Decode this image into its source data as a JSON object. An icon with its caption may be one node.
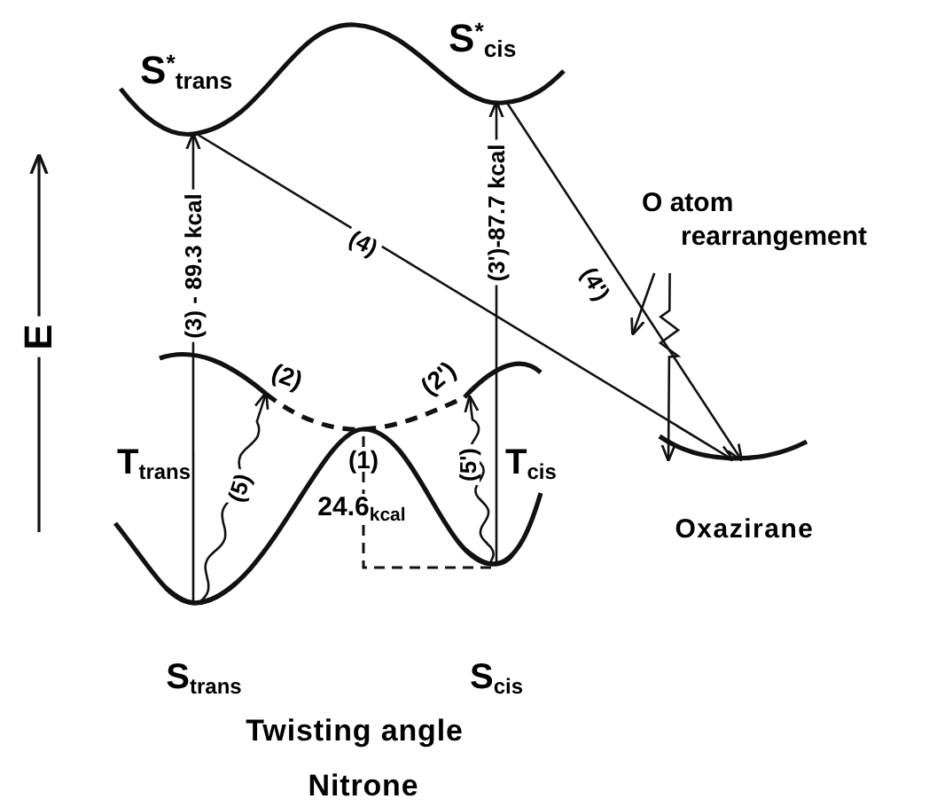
{
  "diagram": {
    "nodes": [
      {
        "text": [
          "S$^{*}$$_{trans}$"
        ]
      },
      {
        "text": [
          "S$^{*}$$_{cis}$"
        ]
      },
      {
        "text": [
          "T$_{trans}$"
        ]
      },
      {
        "text": [
          "T$_{cis}$"
        ]
      },
      {
        "text": [
          "S$_{trans}$"
        ]
      },
      {
        "text": [
          "S$_{cis}$"
        ]
      },
      {
        "text": [
          "Oxazirane"
        ]
      },
      {
        "text": [
          "O atom rearrangement"
        ]
      }
    ],
    "edges": [
      {
        "from": 4,
        "to": 0,
        "arrow": "to",
        "label": "(3) - 89.3 kcal"
      },
      {
        "from": 5,
        "to": 1,
        "arrow": "to",
        "label": "(3')-87.7 kcal"
      },
      {
        "from": 0,
        "to": 6,
        "arrow": "to",
        "label": "(4)"
      },
      {
        "from": 1,
        "to": 6,
        "arrow": "to",
        "label": "(4')"
      },
      {
        "from": 4,
        "to": 2,
        "arrow": "to",
        "label": "(5)"
      },
      {
        "from": 5,
        "to": 3,
        "arrow": "to",
        "label": "(5')"
      },
      {
        "from": 7,
        "to": null,
        "arrow": "to"
      },
      {
        "from": 7,
        "to": 6,
        "arrow": "to"
      }
    ],
    "labels": [
      "E",
      "(2)",
      "(2')",
      "(1)",
      "24.6$_{kcal}$",
      "Twisting angle",
      "Nitrone"
    ]
  }
}
